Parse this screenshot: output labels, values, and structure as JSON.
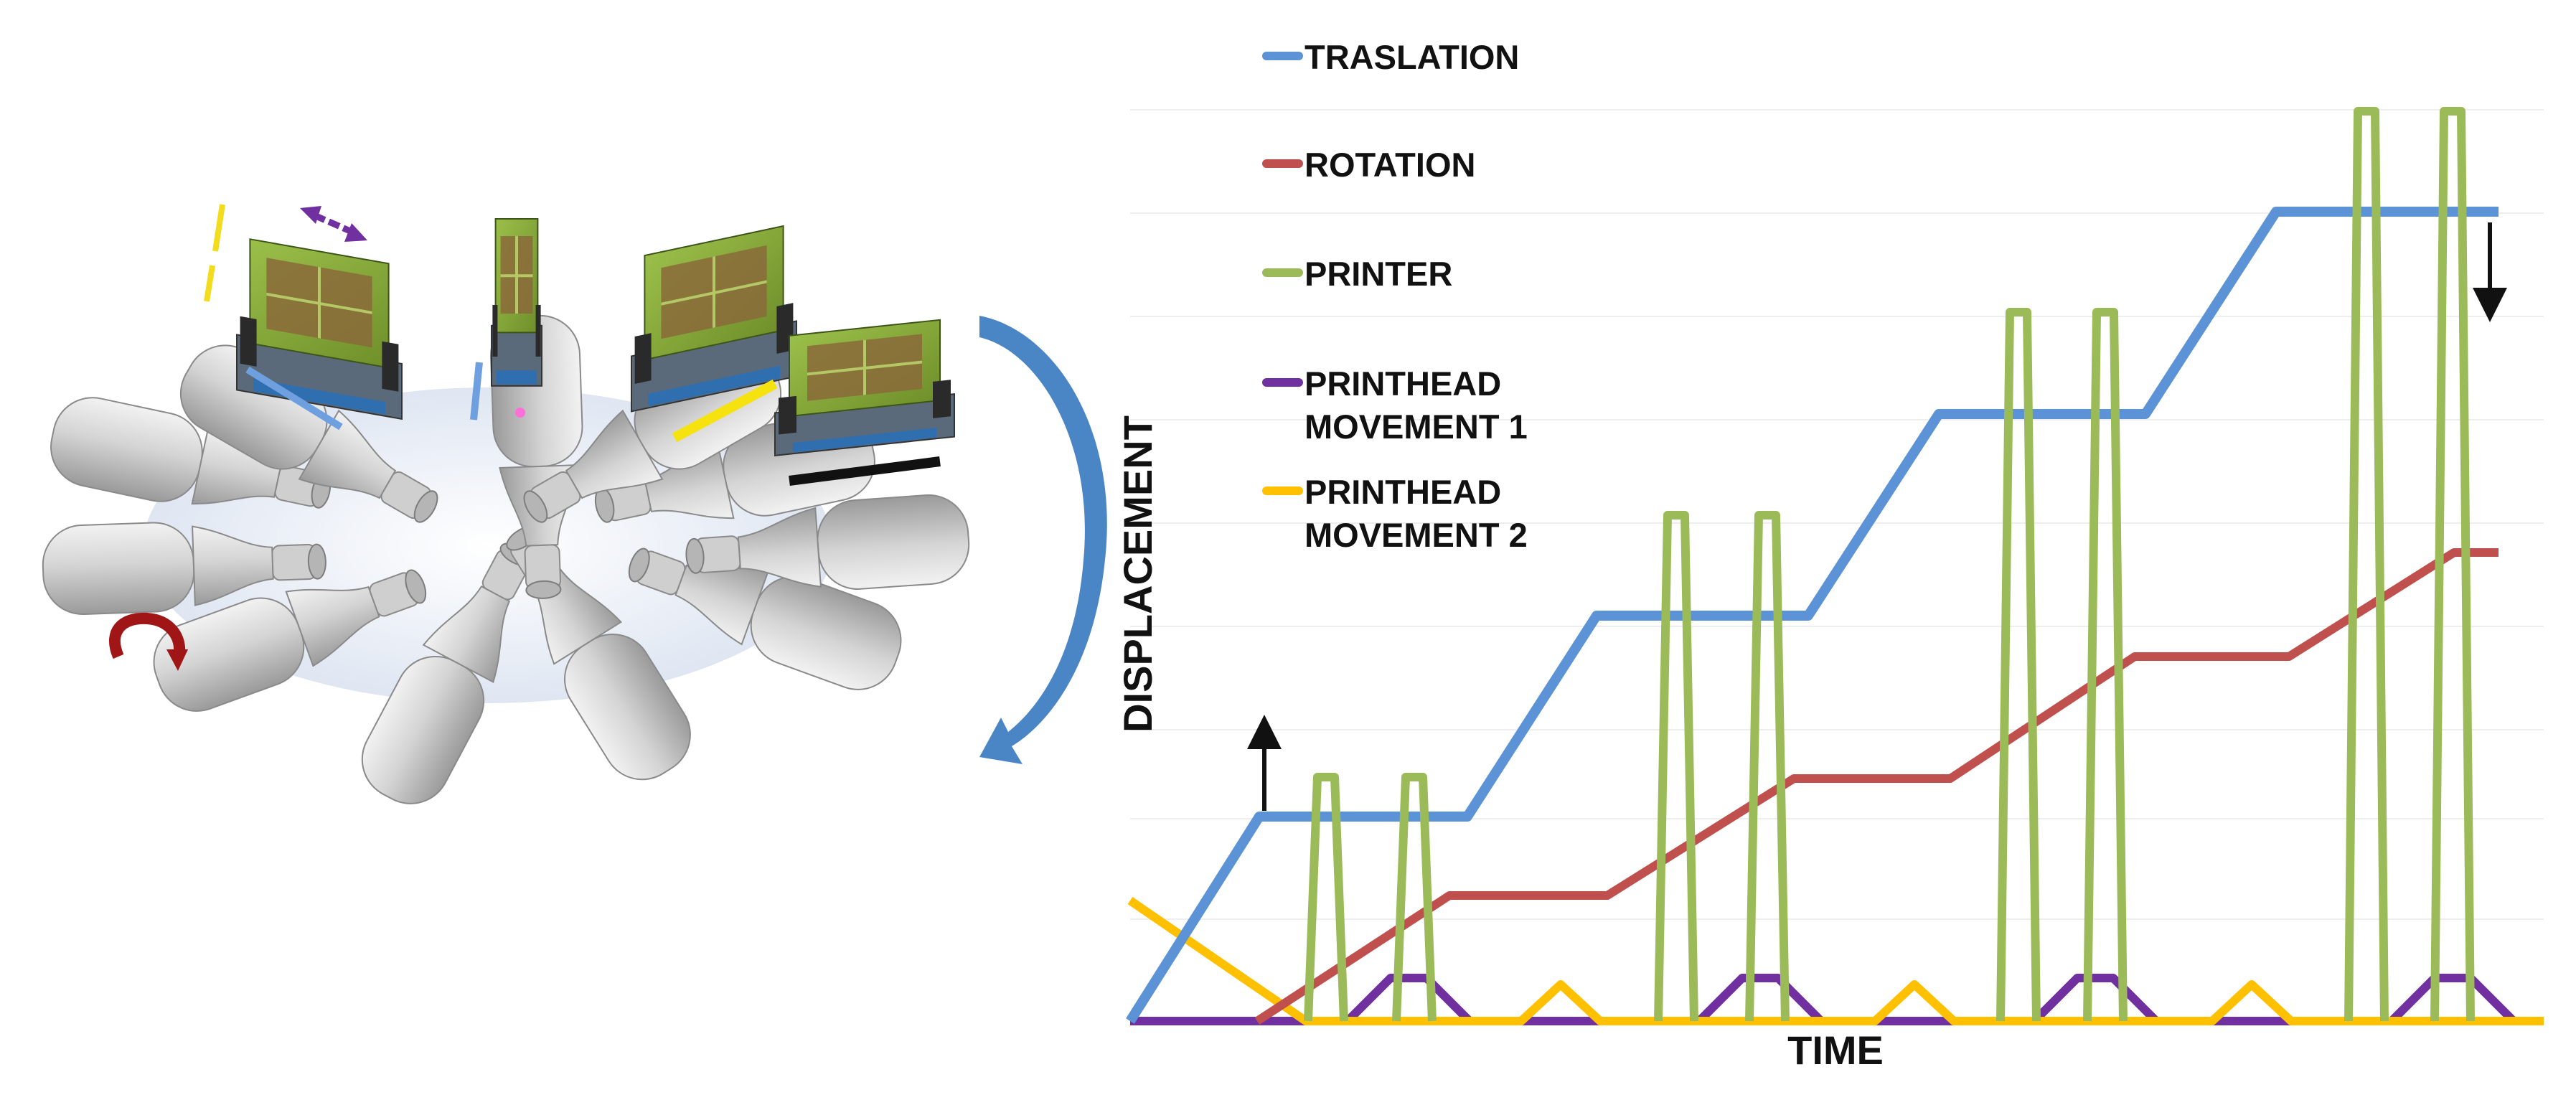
{
  "legend": [
    {
      "key": "traslation",
      "lines": [
        "TRASLATION"
      ],
      "color": "#5b93d6"
    },
    {
      "key": "rotation",
      "lines": [
        "ROTATION"
      ],
      "color": "#c0504d"
    },
    {
      "key": "printer",
      "lines": [
        "PRINTER"
      ],
      "color": "#9bbb59"
    },
    {
      "key": "printhead1",
      "lines": [
        "PRINTHEAD",
        "MOVEMENT 1"
      ],
      "color": "#7030a0"
    },
    {
      "key": "printhead2",
      "lines": [
        "PRINTHEAD",
        "MOVEMENT 2"
      ],
      "color": "#ffc000"
    }
  ],
  "axes": {
    "x_label": "TIME",
    "y_label": "DISPLACEMENT"
  },
  "colors": {
    "traslation": "#5b93d6",
    "rotation": "#c0504d",
    "printer": "#9bbb59",
    "printhead1": "#7030a0",
    "printhead2": "#ffc000",
    "carousel_arrow": "#4a86c6",
    "rotation_arrow": "#a01515"
  },
  "icons": [
    "rotation-arrow-icon",
    "carousel-rotation-arrow-icon",
    "up-arrow-icon",
    "down-arrow-icon",
    "double-arrow-icon"
  ]
}
